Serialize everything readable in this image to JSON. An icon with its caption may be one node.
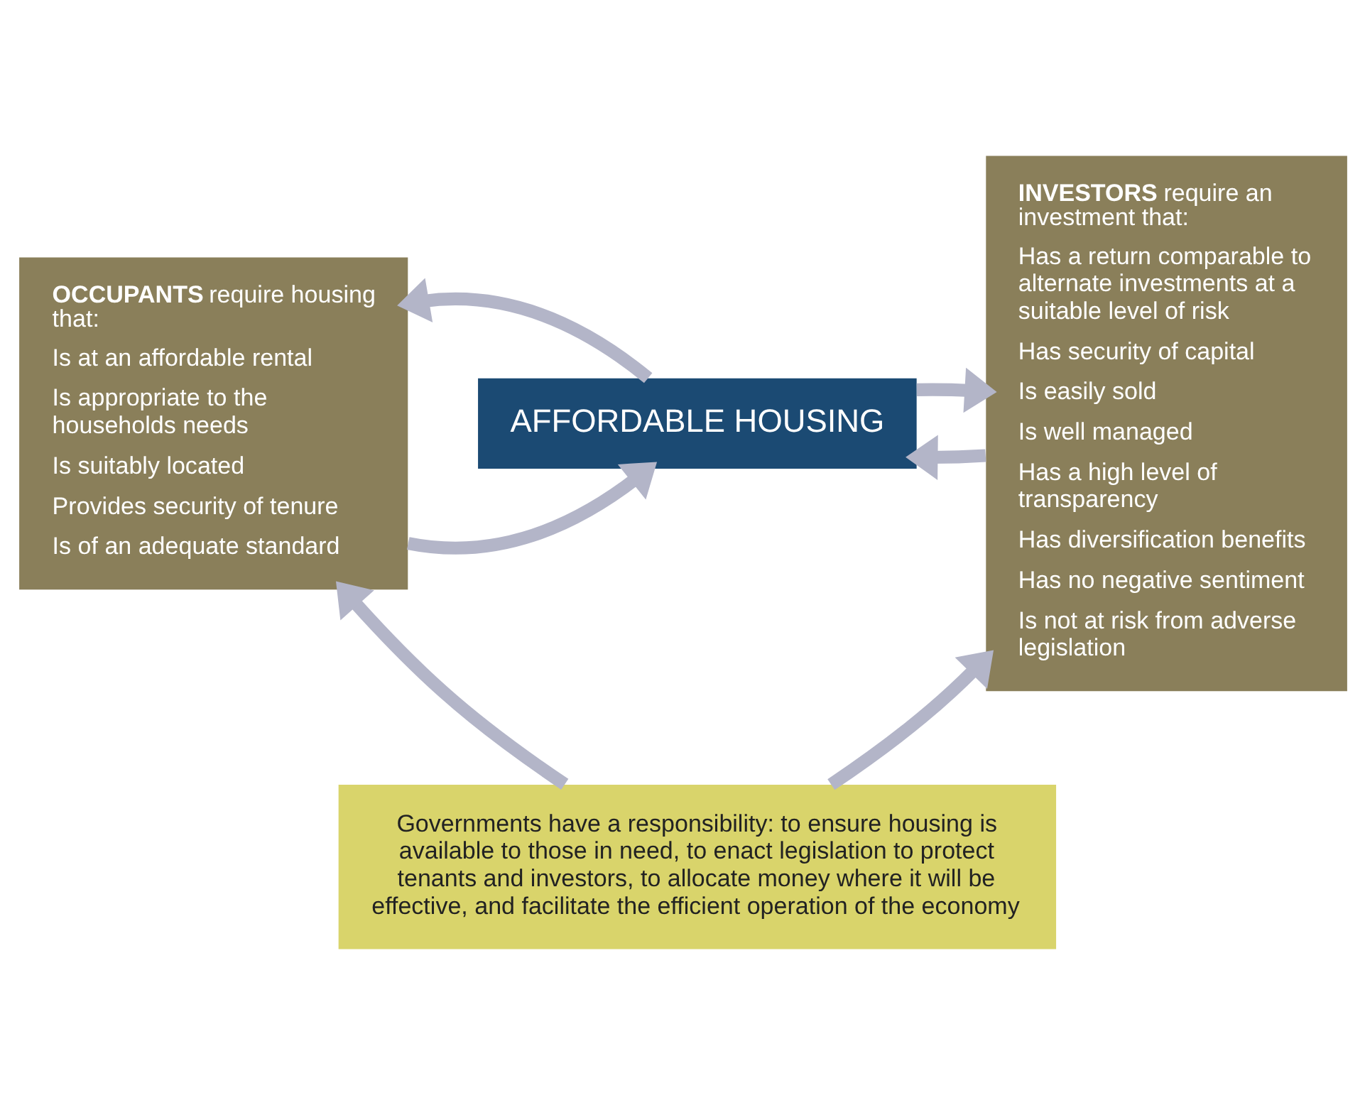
{
  "diagram": {
    "nodes": [
      {
        "text": [
          "**OCCUPANTS** require housing that:",
          "Is at an affordable rental",
          "Is appropriate to the households needs",
          "Is suitably located",
          "Provides security of tenure",
          "Is of an adequate standard"
        ]
      },
      {
        "text": [
          "AFFORDABLE HOUSING"
        ]
      },
      {
        "text": [
          "**INVESTORS** require an investment that:",
          "Has a return comparable to alternate investments at a suitable level of risk",
          "Has security of capital",
          "Is easily sold",
          "Is well managed",
          "Has a high level of transparency",
          "Has diversification benefits",
          "Has no negative sentiment",
          "Is not at risk from adverse legislation"
        ]
      },
      {
        "text": [
          "Governments have a responsibility: to ensure housing is available to those in need, to enact legislation to protect tenants and investors, to allocate money where it will be effective, and facilitate the efficient operation of the economy"
        ]
      }
    ],
    "edges": [
      {
        "from": 0,
        "to": 1,
        "arrow": "to"
      },
      {
        "from": 2,
        "to": 1,
        "arrow": "to"
      },
      {
        "from": 1,
        "to": 0,
        "arrow": "to"
      },
      {
        "from": 1,
        "to": 2,
        "arrow": "to"
      },
      {
        "from": 3,
        "to": 0,
        "arrow": "to"
      },
      {
        "from": 3,
        "to": 2,
        "arrow": "to"
      }
    ]
  }
}
